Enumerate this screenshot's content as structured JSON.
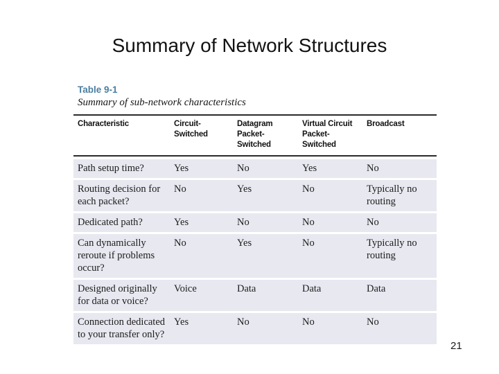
{
  "slide": {
    "title": "Summary of Network Structures",
    "page_number": "21"
  },
  "table": {
    "label": "Table 9-1",
    "caption": "Summary of sub-network characteristics",
    "columns": [
      "Characteristic",
      "Circuit-Switched",
      "Datagram\nPacket-Switched",
      "Virtual Circuit\nPacket-Switched",
      "Broadcast"
    ],
    "rows": [
      {
        "characteristic": "Path setup time?",
        "values": [
          "Yes",
          "No",
          "Yes",
          "No"
        ]
      },
      {
        "characteristic": "Routing decision for each packet?",
        "values": [
          "No",
          "Yes",
          "No",
          "Typically no routing"
        ]
      },
      {
        "characteristic": "Dedicated path?",
        "values": [
          "Yes",
          "No",
          "No",
          "No"
        ]
      },
      {
        "characteristic": "Can dynamically reroute if problems occur?",
        "values": [
          "No",
          "Yes",
          "No",
          "Typically no routing"
        ]
      },
      {
        "characteristic": "Designed originally for data or voice?",
        "values": [
          "Voice",
          "Data",
          "Data",
          "Data"
        ]
      },
      {
        "characteristic": "Connection dedicated to your transfer only?",
        "values": [
          "Yes",
          "No",
          "No",
          "No"
        ]
      }
    ],
    "colors": {
      "label_blue": "#4c7fa1",
      "row_background": "#e7e8f0",
      "rule": "#2a2a2a"
    }
  }
}
